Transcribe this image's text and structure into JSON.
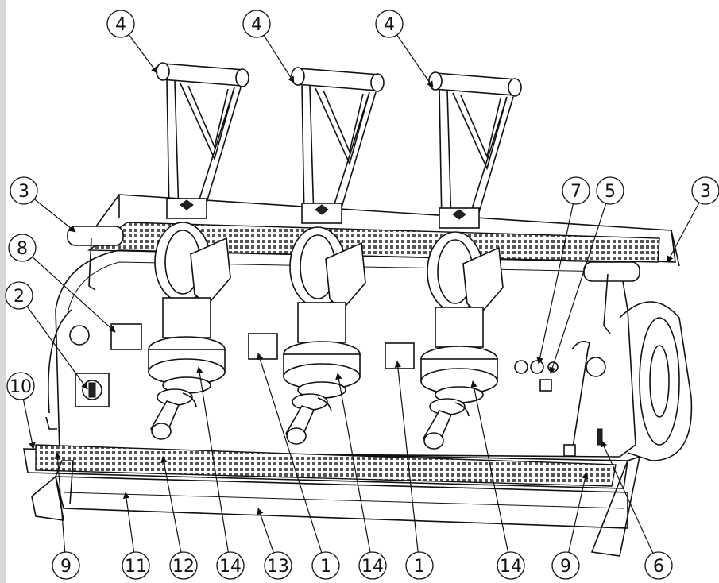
{
  "callouts": [
    {
      "id": "top-4a",
      "label": "4"
    },
    {
      "id": "top-4b",
      "label": "4"
    },
    {
      "id": "top-4c",
      "label": "4"
    },
    {
      "id": "left-3",
      "label": "3"
    },
    {
      "id": "left-8",
      "label": "8"
    },
    {
      "id": "left-2",
      "label": "2"
    },
    {
      "id": "left-10",
      "label": "10"
    },
    {
      "id": "right-7",
      "label": "7"
    },
    {
      "id": "right-5",
      "label": "5"
    },
    {
      "id": "right-3",
      "label": "3"
    },
    {
      "id": "bottom-9a",
      "label": "9"
    },
    {
      "id": "bottom-11",
      "label": "11"
    },
    {
      "id": "bottom-12",
      "label": "12"
    },
    {
      "id": "bottom-14a",
      "label": "14"
    },
    {
      "id": "bottom-13",
      "label": "13"
    },
    {
      "id": "bottom-1a",
      "label": "1"
    },
    {
      "id": "bottom-14b",
      "label": "14"
    },
    {
      "id": "bottom-1b",
      "label": "1"
    },
    {
      "id": "bottom-14c",
      "label": "14"
    },
    {
      "id": "bottom-9b",
      "label": "9"
    },
    {
      "id": "bottom-6",
      "label": "6"
    }
  ]
}
